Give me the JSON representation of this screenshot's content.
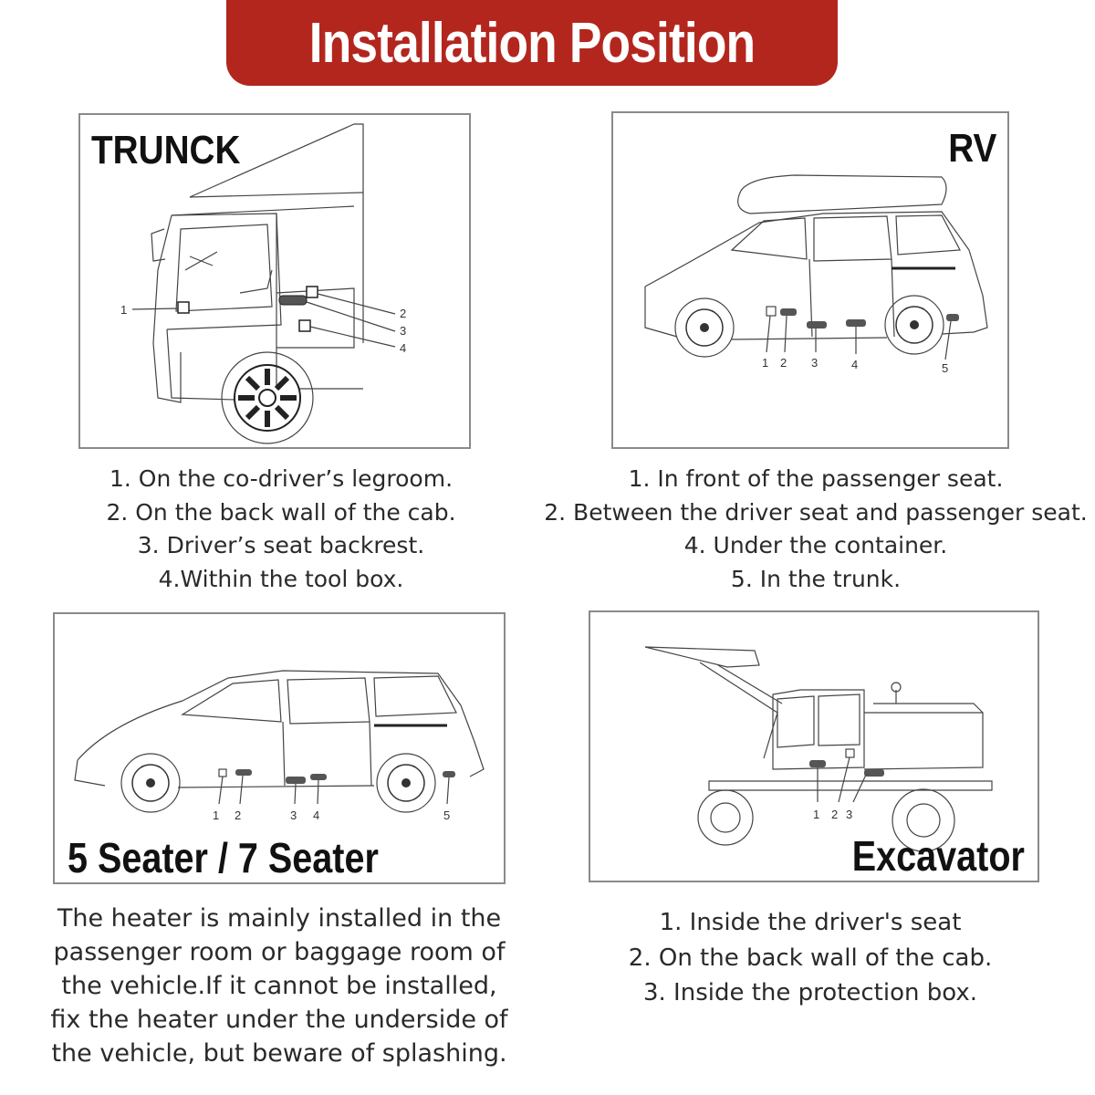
{
  "header": {
    "title": "Installation Position"
  },
  "panels": {
    "truck": {
      "label": "TRUNCK",
      "callouts": [
        "1",
        "2",
        "3",
        "4"
      ],
      "description": [
        "1. On the co-driver’s legroom.",
        "2. On the back wall of the cab.",
        "3. Driver’s seat backrest.",
        "4.Within the tool box."
      ]
    },
    "rv": {
      "label": "RV",
      "callouts": [
        "1",
        "2",
        "3",
        "4",
        "5"
      ],
      "description": [
        "1. In front of the passenger seat.",
        "2. Between the driver seat and passenger seat.",
        "4. Under the container.",
        "5. In the trunk."
      ]
    },
    "seater": {
      "label": "5 Seater / 7 Seater",
      "callouts": [
        "1",
        "2",
        "3",
        "4",
        "5"
      ],
      "description": [
        "The heater is mainly installed in the",
        "passenger room or baggage room of",
        "the vehicle.If it cannot be installed,",
        "fix the heater under the underside of",
        "the vehicle, but beware of splashing."
      ]
    },
    "excavator": {
      "label": "Excavator",
      "callouts": [
        "1",
        "2",
        "3"
      ],
      "description": [
        "1. Inside the driver's seat",
        "2. On the back wall of the cab.",
        "3. Inside the protection box."
      ]
    }
  }
}
